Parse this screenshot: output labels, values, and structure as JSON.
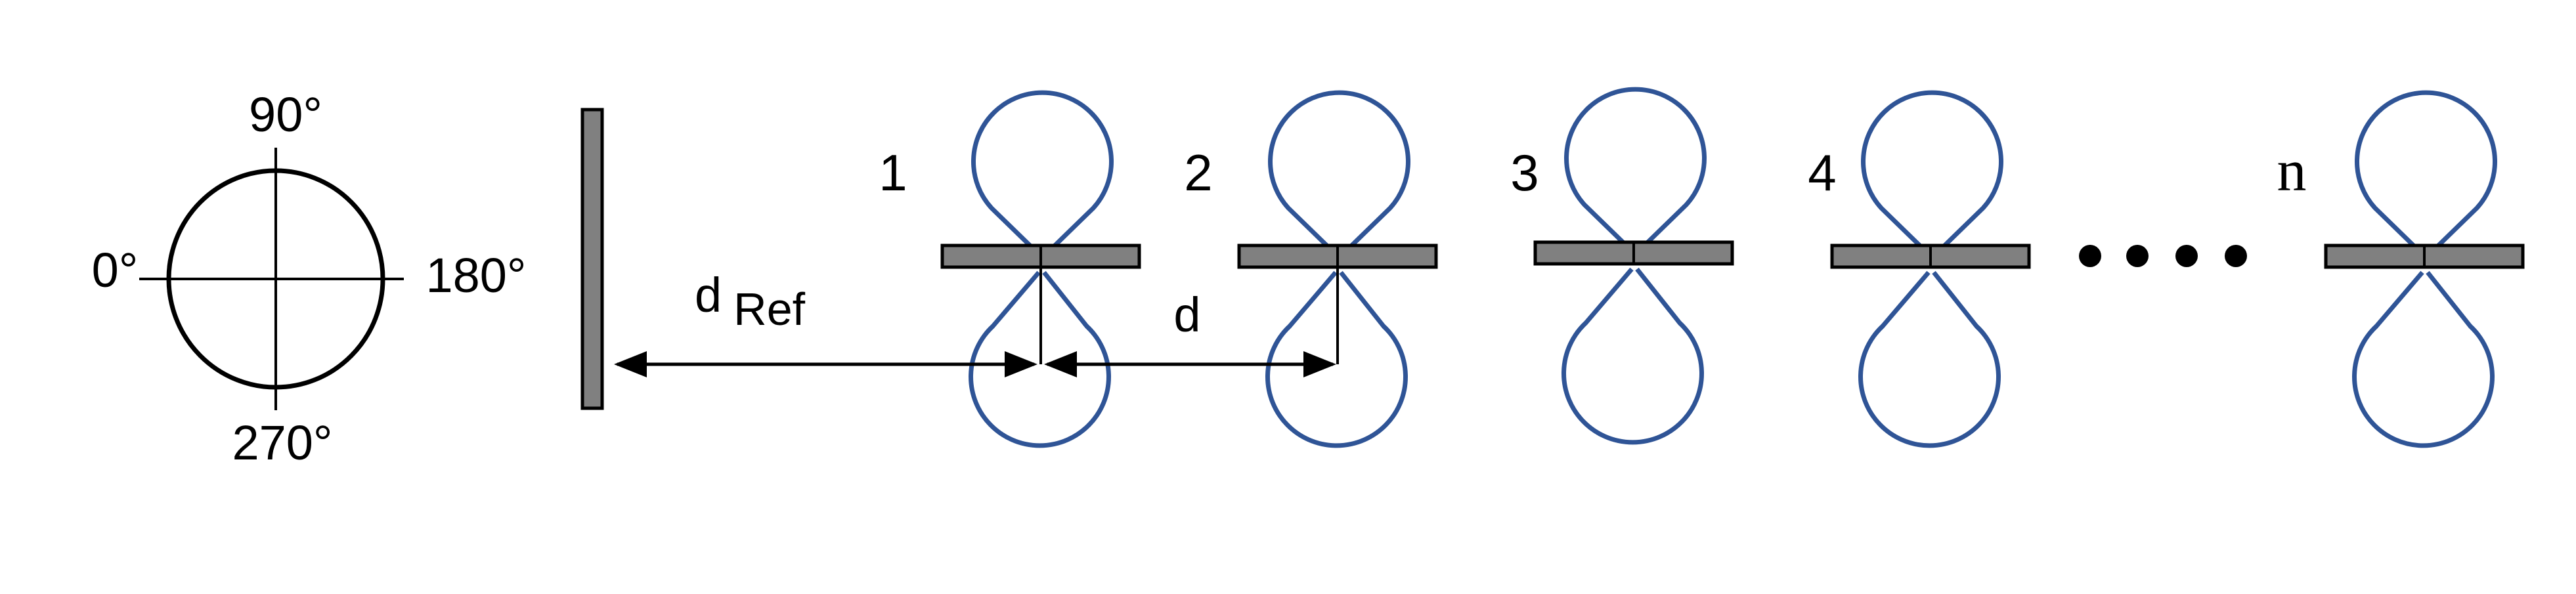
{
  "compass": {
    "top": "90°",
    "left": "0°",
    "right": "180°",
    "bottom": "270°"
  },
  "reflector": {
    "color": "#808080"
  },
  "distances": {
    "d_ref_main": "d",
    "d_ref_sub": "Ref",
    "d": "d"
  },
  "elements": [
    {
      "label": "1"
    },
    {
      "label": "2"
    },
    {
      "label": "3"
    },
    {
      "label": "4"
    },
    {
      "label": "n"
    }
  ],
  "colors": {
    "lobe": "#2F5496",
    "bar": "#808080",
    "line": "#000000"
  }
}
